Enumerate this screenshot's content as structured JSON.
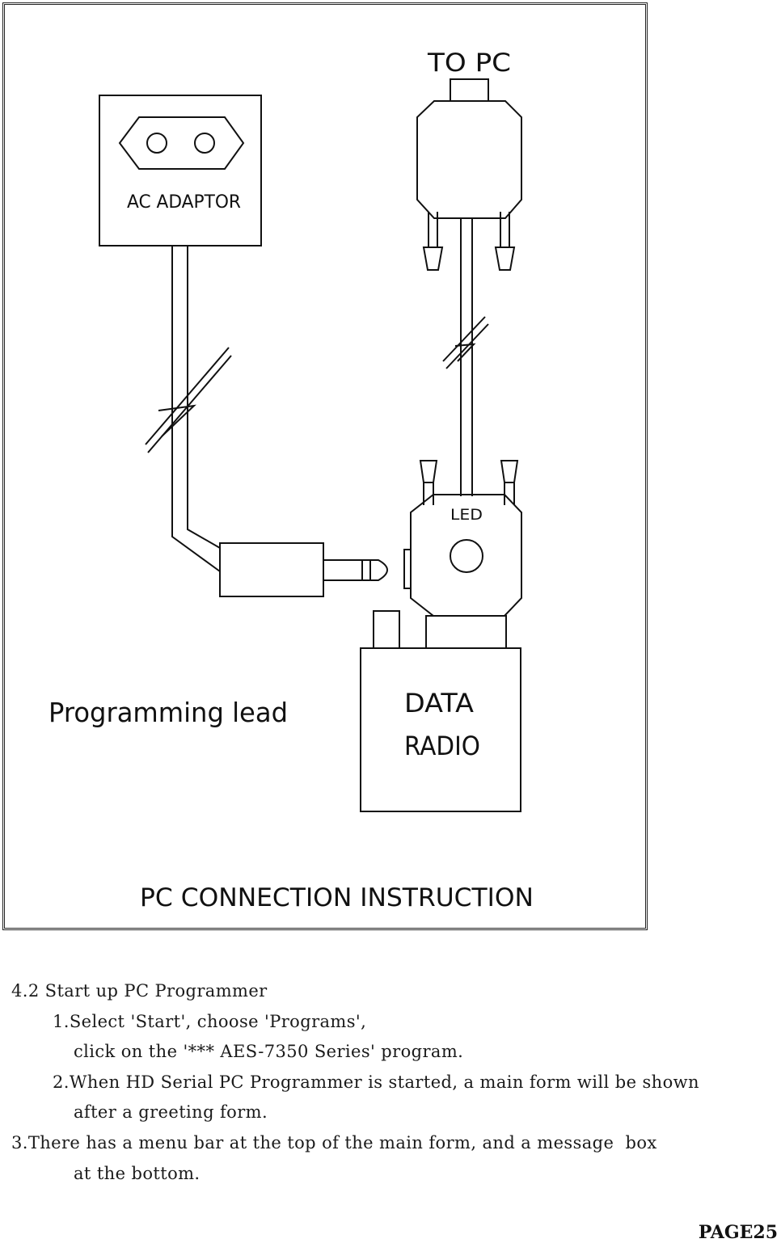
{
  "diagram": {
    "labels": {
      "to_pc": "TO PC",
      "ac_adaptor": "AC ADAPTOR",
      "led": "LED",
      "programming_lead": "Programming lead",
      "data_radio_line1": "DATA",
      "data_radio_line2": "RADIO",
      "caption": "PC CONNECTION INSTRUCTION"
    },
    "icons": [
      "ac-socket-icon",
      "pc-connector-icon",
      "headphone-jack-plug-icon",
      "led-indicator-icon",
      "cable-break-icon"
    ]
  },
  "instructions": {
    "heading": "4.2 Start up PC Programmer",
    "step1_line1": "1.Select 'Start', choose 'Programs',",
    "step1_line2": "click on the '*** AES-7350 Series' program.",
    "step2_line1": "2.When HD Serial PC Programmer is started, a main form will be shown",
    "step2_line2": "after a greeting form.",
    "step3_line1": "3.There has a menu bar at the top of the main form, and a message  box",
    "step3_line2": "at the bottom."
  },
  "page_number": "PAGE25"
}
